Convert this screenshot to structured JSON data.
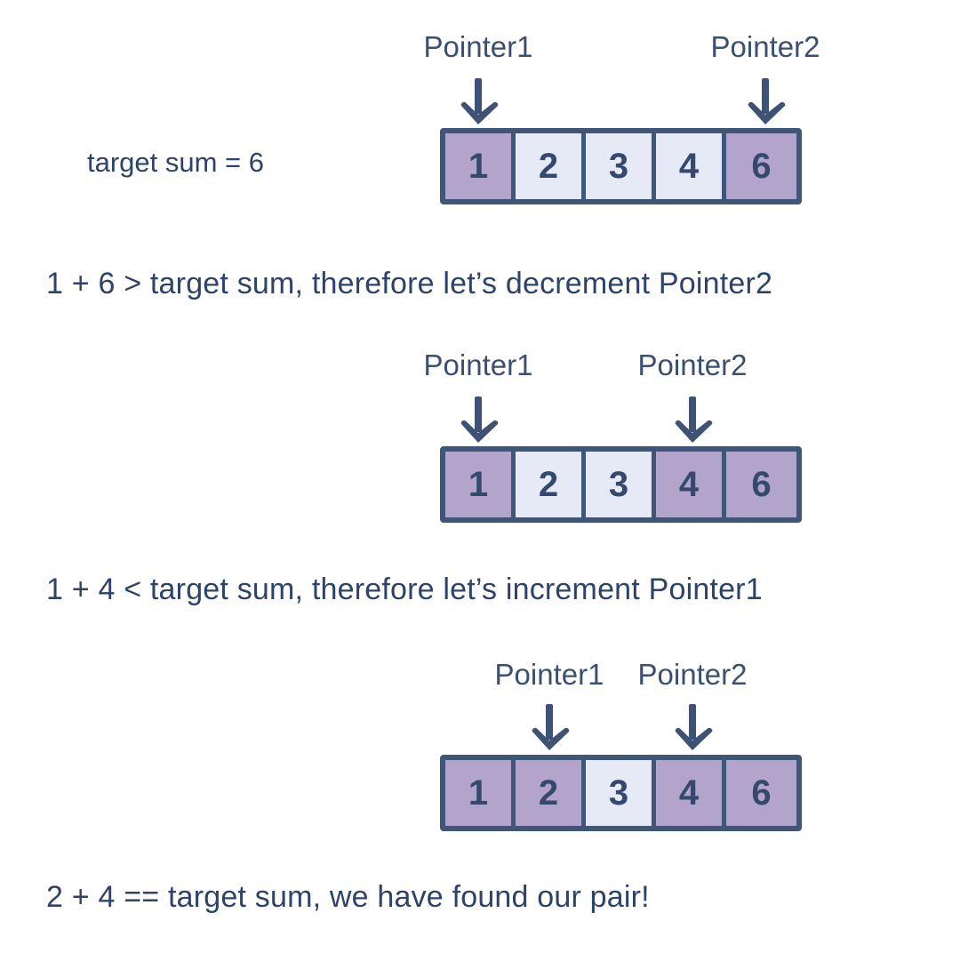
{
  "colors": {
    "background": "#ffffff",
    "text": "#2e4369",
    "cell_text": "#34496d",
    "frame": "#3f5679",
    "cell_highlight": "#b3a4cb",
    "cell_default": "#e6eaf7",
    "arrow": "#3d5274"
  },
  "target_label": "target sum = 6",
  "pointer_names": {
    "p1": "Pointer1",
    "p2": "Pointer2"
  },
  "steps": [
    {
      "id": "step-1",
      "array": [
        {
          "value": "1",
          "highlighted": true
        },
        {
          "value": "2",
          "highlighted": false
        },
        {
          "value": "3",
          "highlighted": false
        },
        {
          "value": "4",
          "highlighted": false
        },
        {
          "value": "6",
          "highlighted": true
        }
      ],
      "pointer1_label": "Pointer1",
      "pointer2_label": "Pointer2",
      "pointer1_index": 0,
      "pointer2_index": 4,
      "caption": "1 + 6 > target sum, therefore let’s decrement Pointer2"
    },
    {
      "id": "step-2",
      "array": [
        {
          "value": "1",
          "highlighted": true
        },
        {
          "value": "2",
          "highlighted": false
        },
        {
          "value": "3",
          "highlighted": false
        },
        {
          "value": "4",
          "highlighted": true
        },
        {
          "value": "6",
          "highlighted": true
        }
      ],
      "pointer1_label": "Pointer1",
      "pointer2_label": "Pointer2",
      "pointer1_index": 0,
      "pointer2_index": 3,
      "caption": "1 + 4 < target sum, therefore let’s increment Pointer1"
    },
    {
      "id": "step-3",
      "array": [
        {
          "value": "1",
          "highlighted": true
        },
        {
          "value": "2",
          "highlighted": true
        },
        {
          "value": "3",
          "highlighted": false
        },
        {
          "value": "4",
          "highlighted": true
        },
        {
          "value": "6",
          "highlighted": true
        }
      ],
      "pointer1_label": "Pointer1",
      "pointer2_label": "Pointer2",
      "pointer1_index": 1,
      "pointer2_index": 3,
      "caption": "2 + 4 == target sum, we have found our pair!"
    }
  ]
}
